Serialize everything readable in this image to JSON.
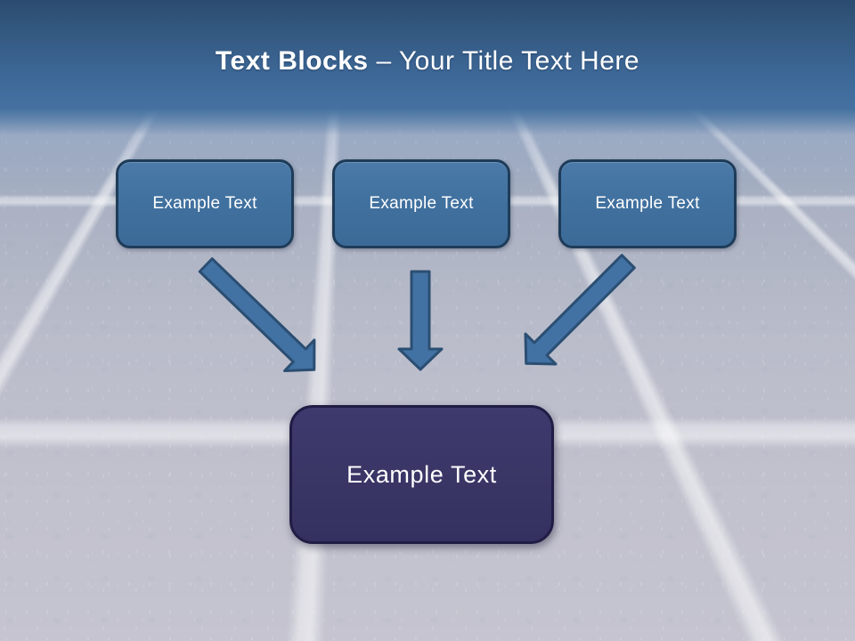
{
  "title": {
    "bold": "Text Blocks",
    "rest": "– Your Title Text Here"
  },
  "blocks": [
    {
      "label": "Example Text"
    },
    {
      "label": "Example Text"
    },
    {
      "label": "Example Text"
    }
  ],
  "center_block": {
    "label": "Example Text"
  },
  "icons": {
    "arrow_left": "arrow-diagonal-down-right",
    "arrow_middle": "arrow-down",
    "arrow_right": "arrow-diagonal-down-left"
  },
  "colors": {
    "header_top": "#2b4c6f",
    "header_bottom": "#44719f",
    "block_fill": "#41719f",
    "block_border": "#1e3c59",
    "center_fill": "#393565",
    "center_border": "#201d45",
    "arrow_fill": "#4272a3",
    "arrow_stroke": "#2b4e72",
    "title_color": "#ffffff",
    "background_panel": "#c6c4ce"
  }
}
